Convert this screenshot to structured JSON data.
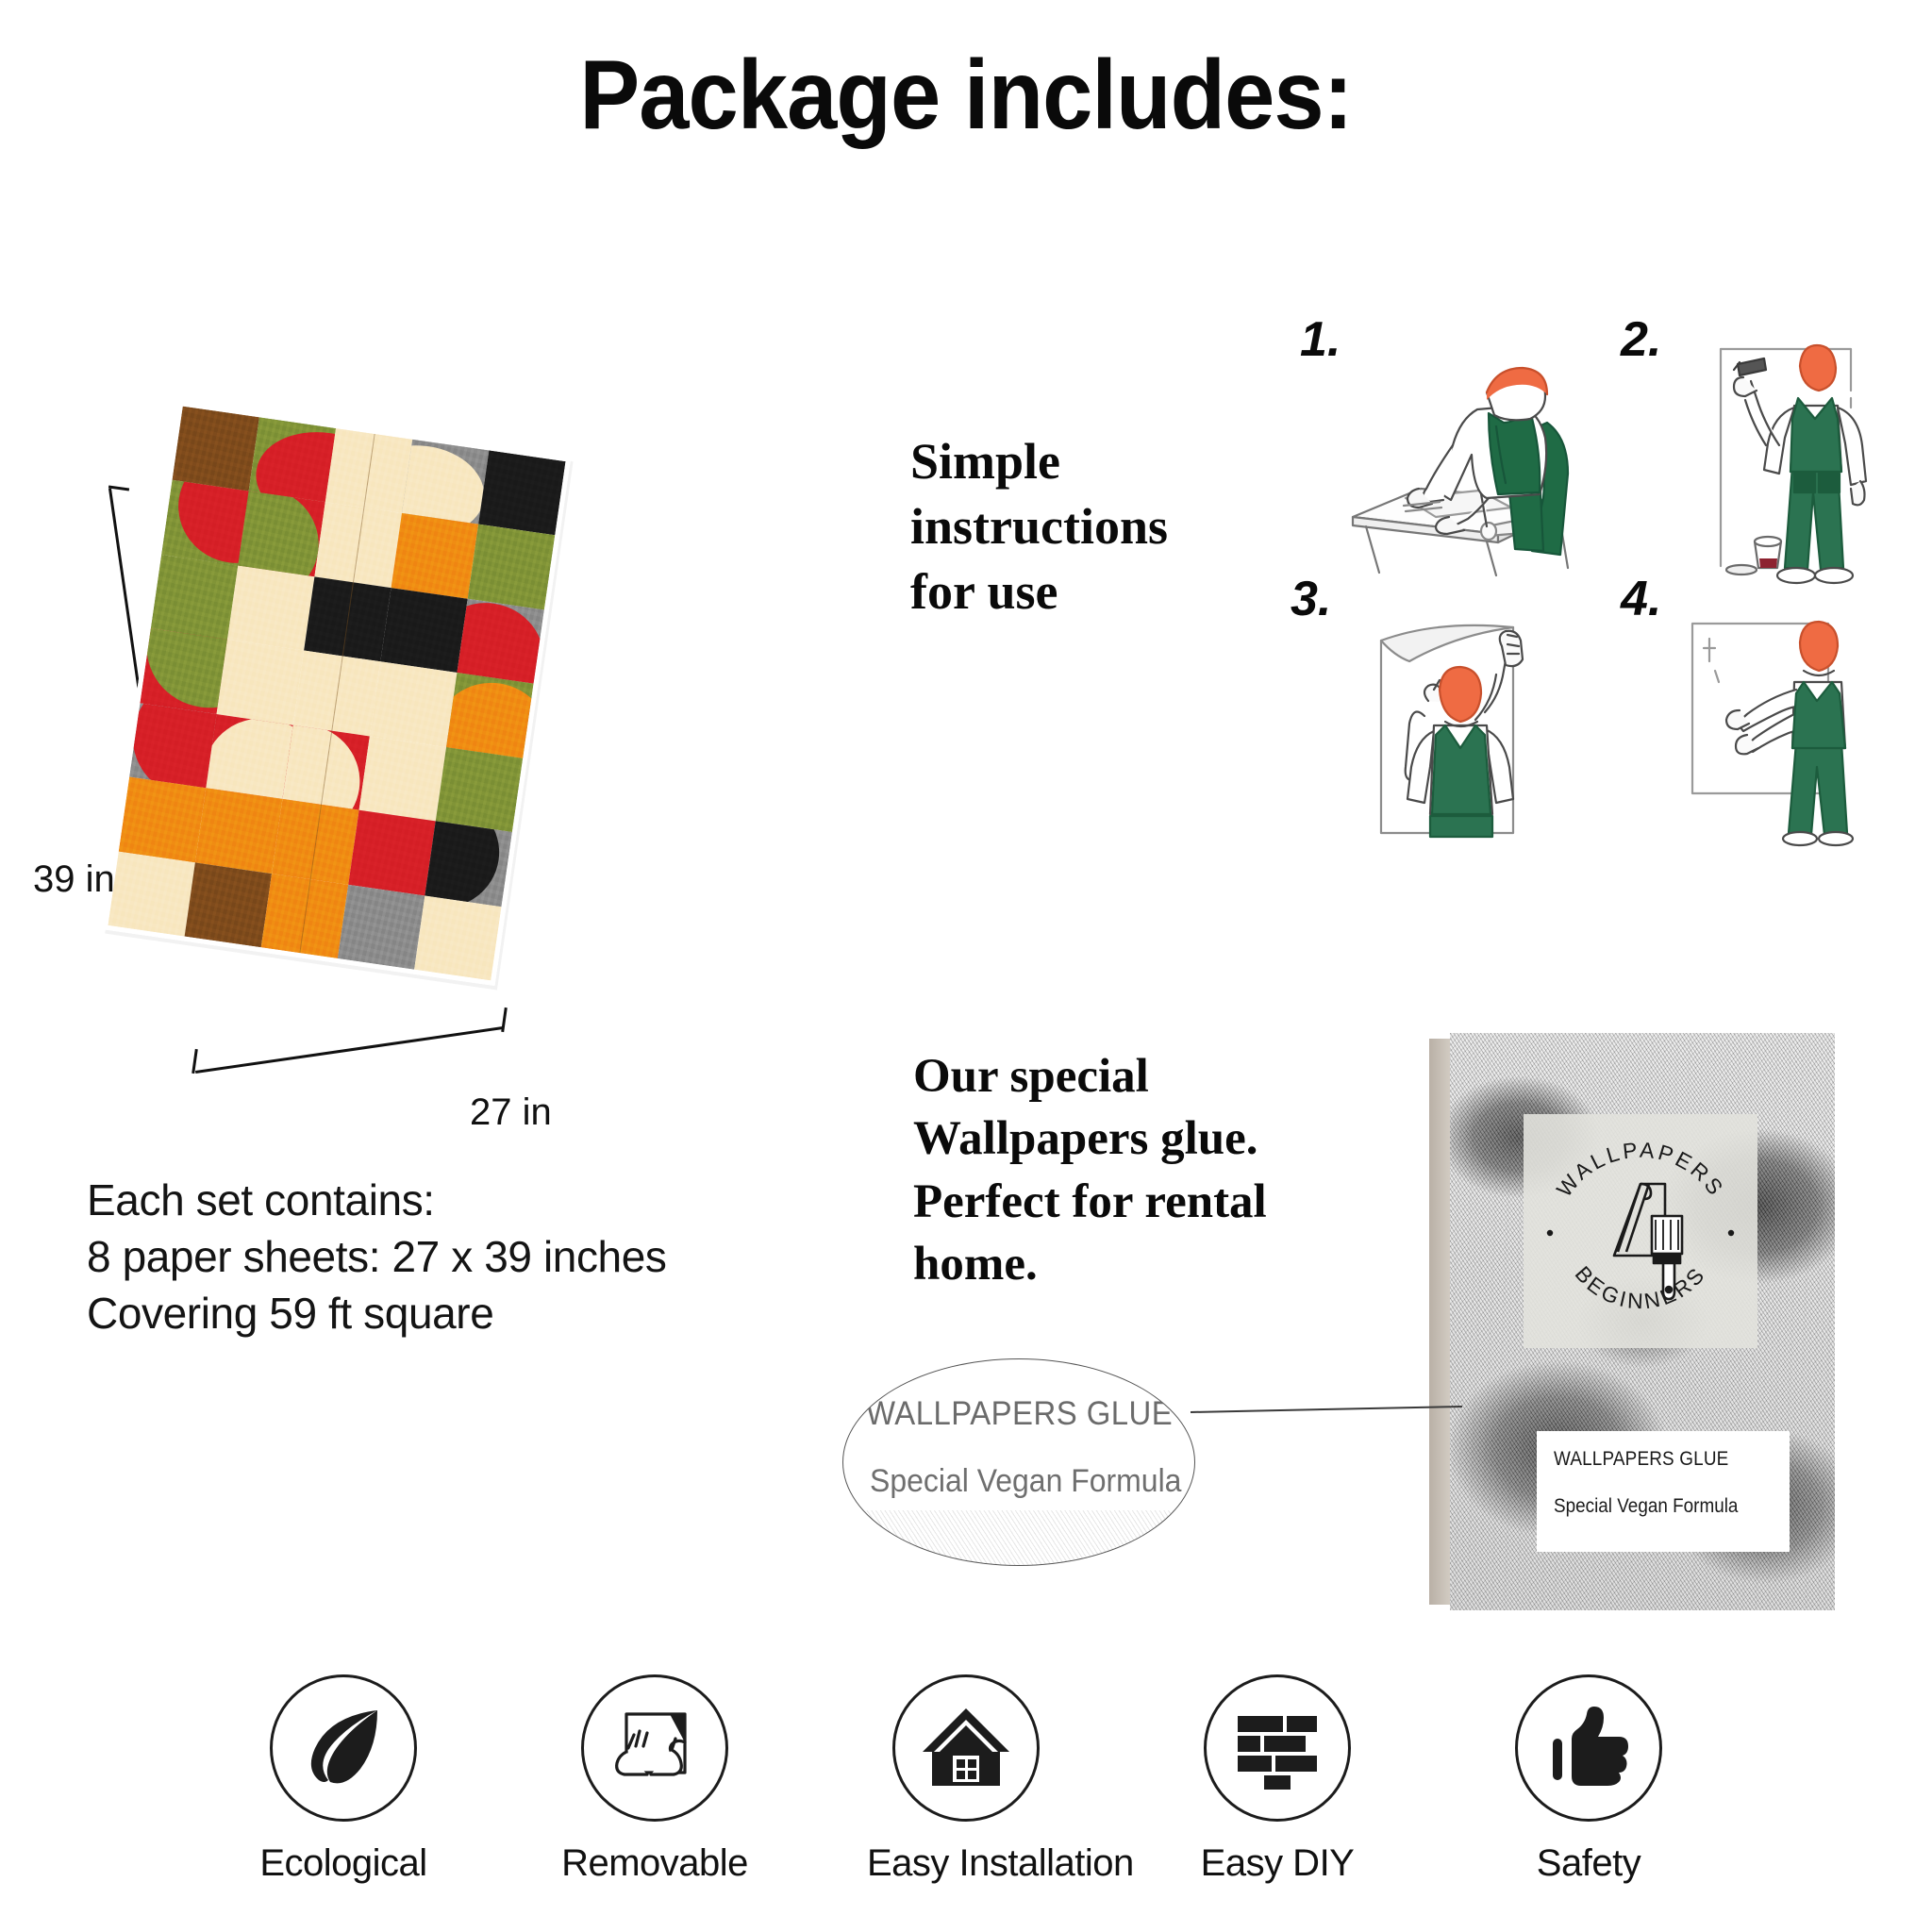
{
  "title": "Package includes:",
  "sample": {
    "dim_height": "39 in",
    "dim_width": "27 in",
    "spec_lines": [
      "Each set contains:",
      "8 paper sheets: 27 x 39 inches",
      "Covering 59 ft square"
    ],
    "palette": {
      "red": "#d61f26",
      "olive": "#7f9236",
      "cream": "#f8e7c0",
      "orange": "#f08a12",
      "black": "#1a1a1a",
      "brown": "#7d4a1b",
      "gray": "#8a8a8a",
      "white": "#ffffff"
    }
  },
  "instructions": {
    "heading_lines": [
      "Simple",
      "instructions",
      "for use"
    ],
    "steps": [
      {
        "number": "1.",
        "name": "paste-wallpaper-on-table"
      },
      {
        "number": "2.",
        "name": "apply-glue-to-wall"
      },
      {
        "number": "3.",
        "name": "hang-wallpaper-sheet"
      },
      {
        "number": "4.",
        "name": "smooth-wallpaper-on-wall"
      }
    ]
  },
  "glue": {
    "heading_lines": [
      "Our special",
      "Wallpapers glue.",
      "Perfect for rental",
      "home."
    ],
    "package": {
      "logo_top": "WALLPAPERS",
      "logo_bottom": "BEGINNERS",
      "label_title": "WALLPAPERS GLUE",
      "label_subtitle": "Special Vegan Formula"
    },
    "magnifier": {
      "title": "WALLPAPERS GLUE",
      "subtitle": "Special  Vegan  Formula"
    }
  },
  "features": [
    {
      "label": "Ecological",
      "icon": "leaf-icon"
    },
    {
      "label": "Removable",
      "icon": "peeling-hand-icon"
    },
    {
      "label": "Easy Installation",
      "icon": "house-icon"
    },
    {
      "label": "Easy DIY",
      "icon": "brick-wall-icon"
    },
    {
      "label": "Safety",
      "icon": "thumbs-up-icon"
    }
  ]
}
